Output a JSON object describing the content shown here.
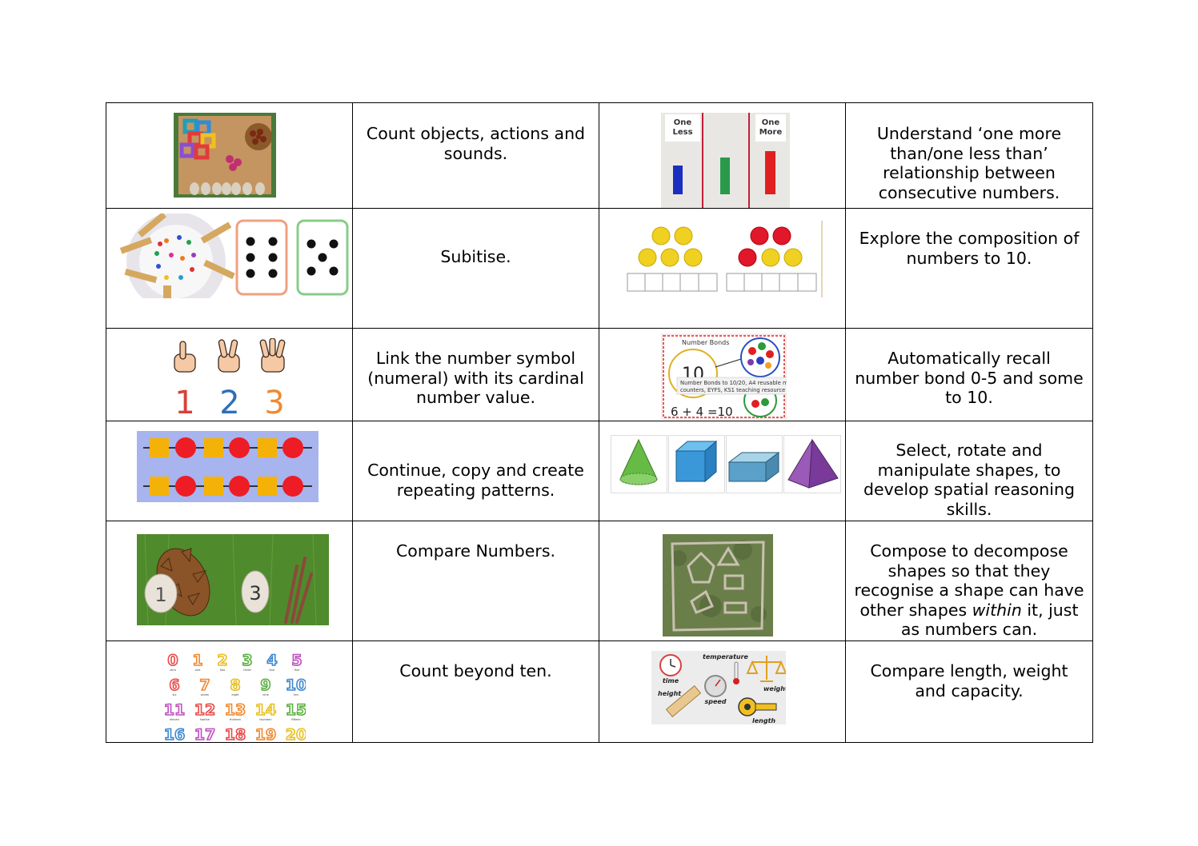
{
  "rows": [
    {
      "left_text": "Count objects, actions and sounds.",
      "right_text": "Understand ‘one more than/one less than’ relationship between consecutive numbers.",
      "right_img": {
        "label_left": "One Less",
        "label_right": "One More"
      }
    },
    {
      "left_text": "Subitise.",
      "right_text": "Explore the composition of numbers to 10."
    },
    {
      "left_text": "Link the number symbol (numeral) with its cardinal number value.",
      "right_text": "Automatically recall number bond 0-5 and some to 10.",
      "left_img": {
        "n1": "1",
        "n2": "2",
        "n3": "3"
      },
      "right_img": {
        "title": "Number Bonds",
        "big": "10",
        "caption1": "Number Bonds to 10/20, A4 reusable m",
        "caption2": "counters, EYFS, KS1 teaching resource",
        "equation": "6 + 4 =10"
      }
    },
    {
      "left_text": "Continue, copy and create repeating patterns.",
      "right_text": "Select, rotate and manipulate shapes, to develop spatial reasoning skills."
    },
    {
      "left_text": "Compare Numbers.",
      "right_text_before": "Compose to decompose shapes so that they recognise a shape can have other shapes ",
      "right_text_em": "within",
      "right_text_after": " it, just as numbers can.",
      "left_img": {
        "stone1": "1",
        "stone2": "3"
      }
    },
    {
      "left_text": "Count beyond ten.",
      "right_text": "Compare length, weight and capacity.",
      "left_img": {
        "numbers": [
          "0",
          "1",
          "2",
          "3",
          "4",
          "5",
          "6",
          "7",
          "8",
          "9",
          "10",
          "11",
          "12",
          "13",
          "14",
          "15",
          "16",
          "17",
          "18",
          "19",
          "20"
        ],
        "words": [
          "zero",
          "one",
          "two",
          "three",
          "four",
          "five",
          "six",
          "seven",
          "eight",
          "nine",
          "ten",
          "eleven",
          "twelve",
          "thirteen",
          "fourteen",
          "fifteen"
        ]
      },
      "right_img": {
        "time": "time",
        "temperature": "temperature",
        "height": "height",
        "speed": "speed",
        "weight": "weight",
        "length": "length"
      }
    }
  ]
}
